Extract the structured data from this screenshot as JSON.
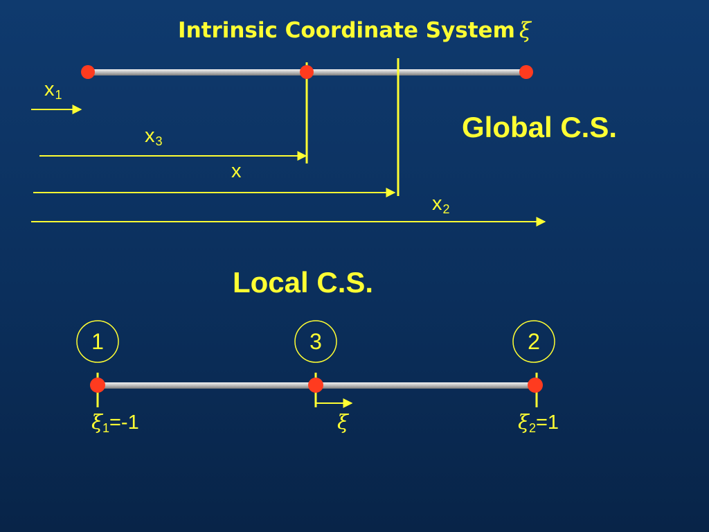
{
  "title": {
    "text": "Intrinsic Coordinate System",
    "symbol": "ξ"
  },
  "global": {
    "heading": "Global C.S.",
    "labels": {
      "x1": {
        "base": "x",
        "sub": "1"
      },
      "x3": {
        "base": "x",
        "sub": "3"
      },
      "x": {
        "base": "x",
        "sub": ""
      },
      "x2": {
        "base": "x",
        "sub": "2"
      }
    }
  },
  "local": {
    "heading": "Local C.S.",
    "nodes": [
      "1",
      "3",
      "2"
    ],
    "labels": {
      "xi1": {
        "greek": "ξ",
        "sub": "1",
        "rest": "=-1"
      },
      "xi": {
        "greek": "ξ",
        "sub": "",
        "rest": ""
      },
      "xi2": {
        "greek": "ξ",
        "sub": "2",
        "rest": "=1"
      }
    }
  },
  "colors": {
    "accent": "#ffff33",
    "node": "#ff3b1f",
    "bar": "#b8b8b8",
    "background": "#0b2f5c"
  }
}
